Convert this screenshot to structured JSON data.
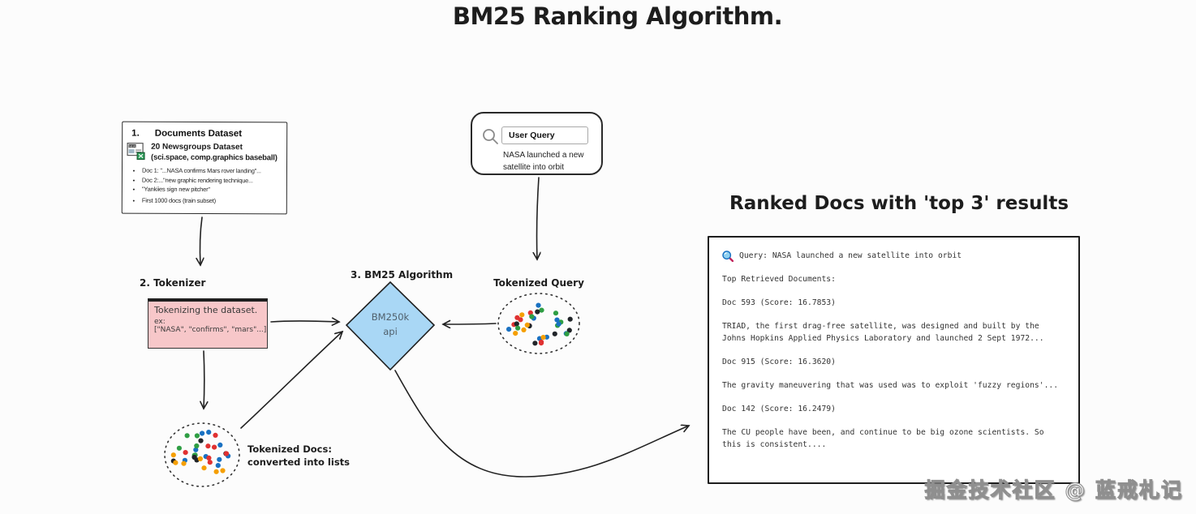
{
  "title": "BM25 Ranking Algorithm.",
  "documents_dataset": {
    "number": "1.",
    "heading": "Documents Dataset",
    "subheading": "20 Newsgroups Dataset",
    "subheading2": "(sci.space, comp.graphics baseball)",
    "bullets": [
      "Doc 1: \"...NASA confirms Mars rover landing\"...",
      "Doc 2:...\"new graphic rendering technique...",
      "\"Yankiies sign new pitcher\"",
      "First 1000 docs (train subset)"
    ]
  },
  "user_query": {
    "input_label": "User Query",
    "query_text": "NASA launched a new satellite into orbit"
  },
  "tokenizer": {
    "label": "2. Tokenizer",
    "line1": "Tokenizing the dataset.",
    "line2": "ex:",
    "line3": "[\"NASA\", \"confirms\", \"mars\"...]"
  },
  "bm25": {
    "label": "3. BM25 Algorithm",
    "node_line1": "BM250k",
    "node_line2": "api"
  },
  "tokenized_query": {
    "label": "Tokenized Query"
  },
  "tokenized_docs": {
    "label_line1": "Tokenized Docs:",
    "label_line2": "converted into lists"
  },
  "results": {
    "title": "Ranked Docs with 'top 3' results",
    "query_line": "Query: NASA launched a new satellite into orbit",
    "header": "Top Retrieved Documents:",
    "docs": [
      {
        "doc": "Doc 593 (Score: 16.7853)",
        "snippet": "TRIAD, the first drag-free satellite, was designed and built by the Johns Hopkins Applied Physics Laboratory and launched 2 Sept 1972..."
      },
      {
        "doc": "Doc 915 (Score: 16.3620)",
        "snippet": "The gravity maneuvering that was used was to exploit 'fuzzy regions'..."
      },
      {
        "doc": "Doc 142 (Score: 16.2479)",
        "snippet": "The CU people have been, and continue to be big ozone scientists. So this is consistent...."
      }
    ]
  },
  "watermark": "掘金技术社区 @ 蓝戒札记",
  "colors": {
    "tokenizer_box": "#f7c7c9",
    "bm25_diamond": "#a9d7f5",
    "dot_palette": [
      "#e03131",
      "#2f9e44",
      "#1971c2",
      "#f59f00",
      "#212529"
    ]
  }
}
